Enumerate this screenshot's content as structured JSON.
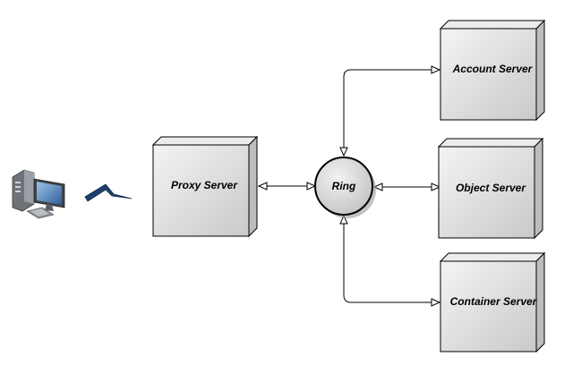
{
  "nodes": {
    "client": {
      "icon": "desktop-computer-icon"
    },
    "link": {
      "icon": "lightning-link-icon"
    },
    "proxy": {
      "label": "Proxy Server"
    },
    "ring": {
      "label": "Ring"
    },
    "account": {
      "label": "Account Server"
    },
    "object": {
      "label": "Object Server"
    },
    "container": {
      "label": "Container Server"
    }
  },
  "colors": {
    "box_front": "#d6d6d6",
    "box_side": "#bdbdbd",
    "box_top": "#ececec",
    "ring_fill": "#d9d9d9",
    "stroke": "#000000",
    "link": "#1f3f6b"
  }
}
